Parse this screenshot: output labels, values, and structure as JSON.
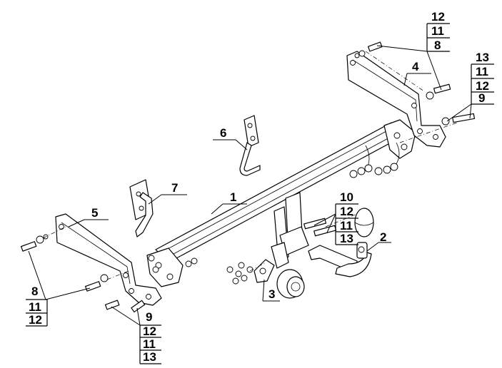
{
  "parts": {
    "p1": "1",
    "p2": "2",
    "p3": "3",
    "p4": "4",
    "p5": "5",
    "p6": "6",
    "p7": "7"
  },
  "stacks": {
    "top_right_a": [
      "12",
      "11",
      "8"
    ],
    "top_right_b": [
      "13",
      "11",
      "12",
      "9"
    ],
    "middle": [
      "10",
      "12",
      "11",
      "13"
    ],
    "bottom_left_a": [
      "8",
      "11",
      "12"
    ],
    "bottom_left_b": [
      "9",
      "12",
      "11",
      "13"
    ]
  }
}
